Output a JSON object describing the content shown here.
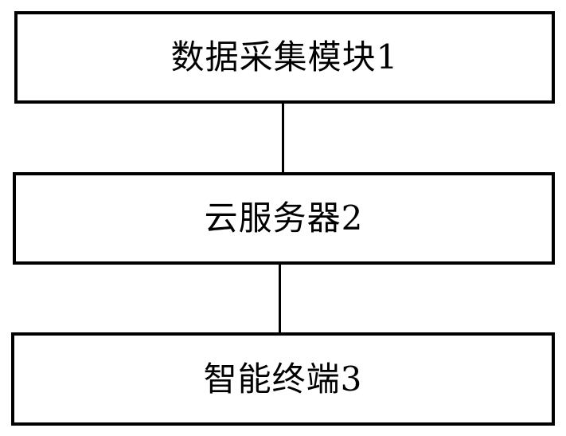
{
  "nodes": [
    {
      "id": "data-acquisition-module",
      "label": "数据采集模块1"
    },
    {
      "id": "cloud-server",
      "label": "云服务器2"
    },
    {
      "id": "smart-terminal",
      "label": "智能终端3"
    }
  ],
  "edges": [
    {
      "from": "data-acquisition-module",
      "to": "cloud-server"
    },
    {
      "from": "cloud-server",
      "to": "smart-terminal"
    }
  ],
  "colors": {
    "stroke": "#000000",
    "background": "#ffffff"
  }
}
